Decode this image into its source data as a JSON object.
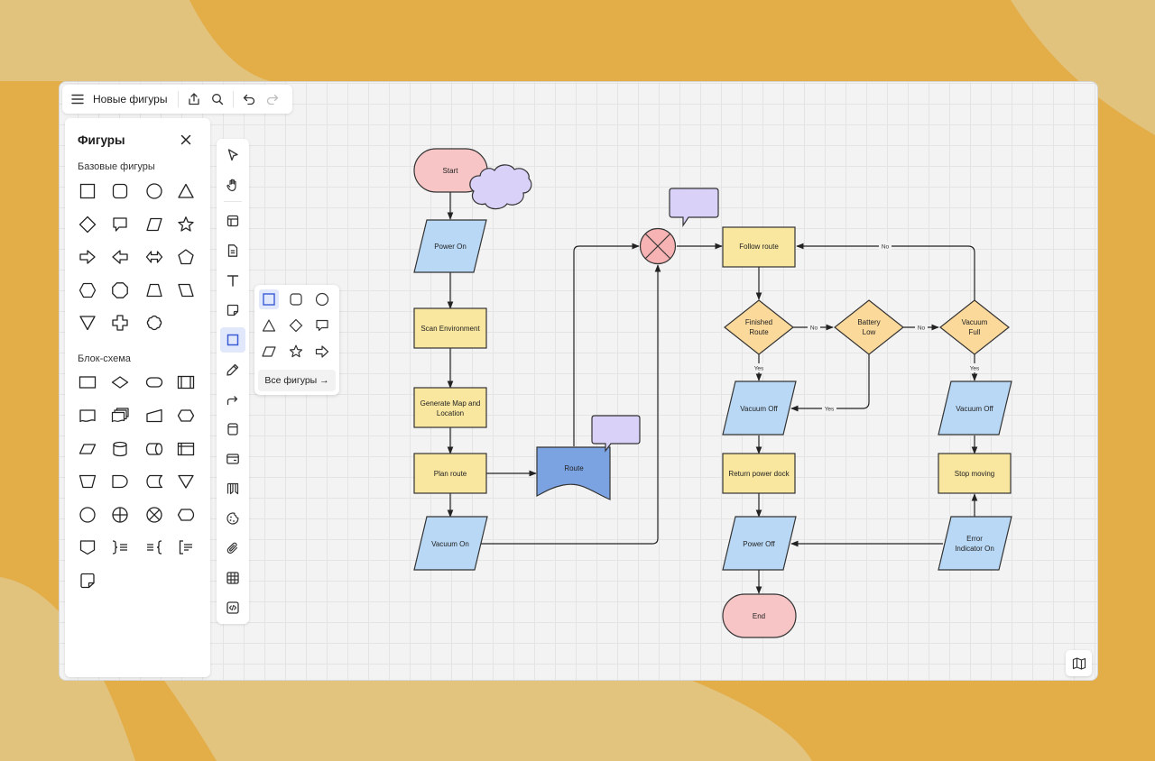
{
  "app": {
    "title": "Новые фигуры"
  },
  "panel": {
    "title": "Фигуры",
    "section_basic": "Базовые фигуры",
    "section_flow": "Блок-схема"
  },
  "popover": {
    "all_shapes": "Все фигуры →"
  },
  "flow": {
    "start": "Start",
    "power_on": "Power On",
    "scan": "Scan Environment",
    "map_l1": "Generate Map and",
    "map_l2": "Location",
    "plan": "Plan route",
    "vac_on": "Vacuum On",
    "route": "Route",
    "follow": "Follow route",
    "finished_l1": "Finished",
    "finished_l2": "Route",
    "battery_l1": "Battery",
    "battery_l2": "Low",
    "full_l1": "Vacuum",
    "full_l2": "Full",
    "vac_off_a": "Vacuum Off",
    "vac_off_b": "Vacuum Off",
    "return": "Return power dock",
    "stop": "Stop moving",
    "error_l1": "Error",
    "error_l2": "Indicator On",
    "power_off": "Power Off",
    "end": "End",
    "yes_a": "Yes",
    "yes_b": "Yes",
    "yes_c": "Yes",
    "no_a": "No",
    "no_b": "No",
    "no_c": "No"
  },
  "colors": {
    "pink": "#f7c5c5",
    "blue_light": "#b8d8f6",
    "yellow": "#f9e79f",
    "orange_light": "#fbd99a",
    "purple_light": "#d9d1f8",
    "route_blue": "#7ba3e2",
    "accent": "#3b5bd6"
  }
}
